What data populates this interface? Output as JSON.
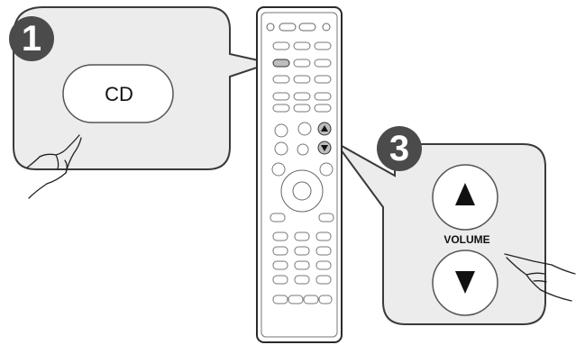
{
  "steps": [
    {
      "number": "1"
    },
    {
      "number": "3"
    }
  ],
  "step1_panel": {
    "button_label": "CD",
    "icon": "hand-pointing-icon"
  },
  "step3_panel": {
    "up_symbol": "▲",
    "label": "VOLUME",
    "down_symbol": "▼",
    "icon": "hand-pointing-icon"
  },
  "remote": {
    "icon": "remote-control-icon"
  },
  "colors": {
    "panel_fill": "#ececec",
    "panel_stroke": "#3a3a3a",
    "badge_fill": "#4b4b4b",
    "highlight_button": "#bdbdbd"
  }
}
